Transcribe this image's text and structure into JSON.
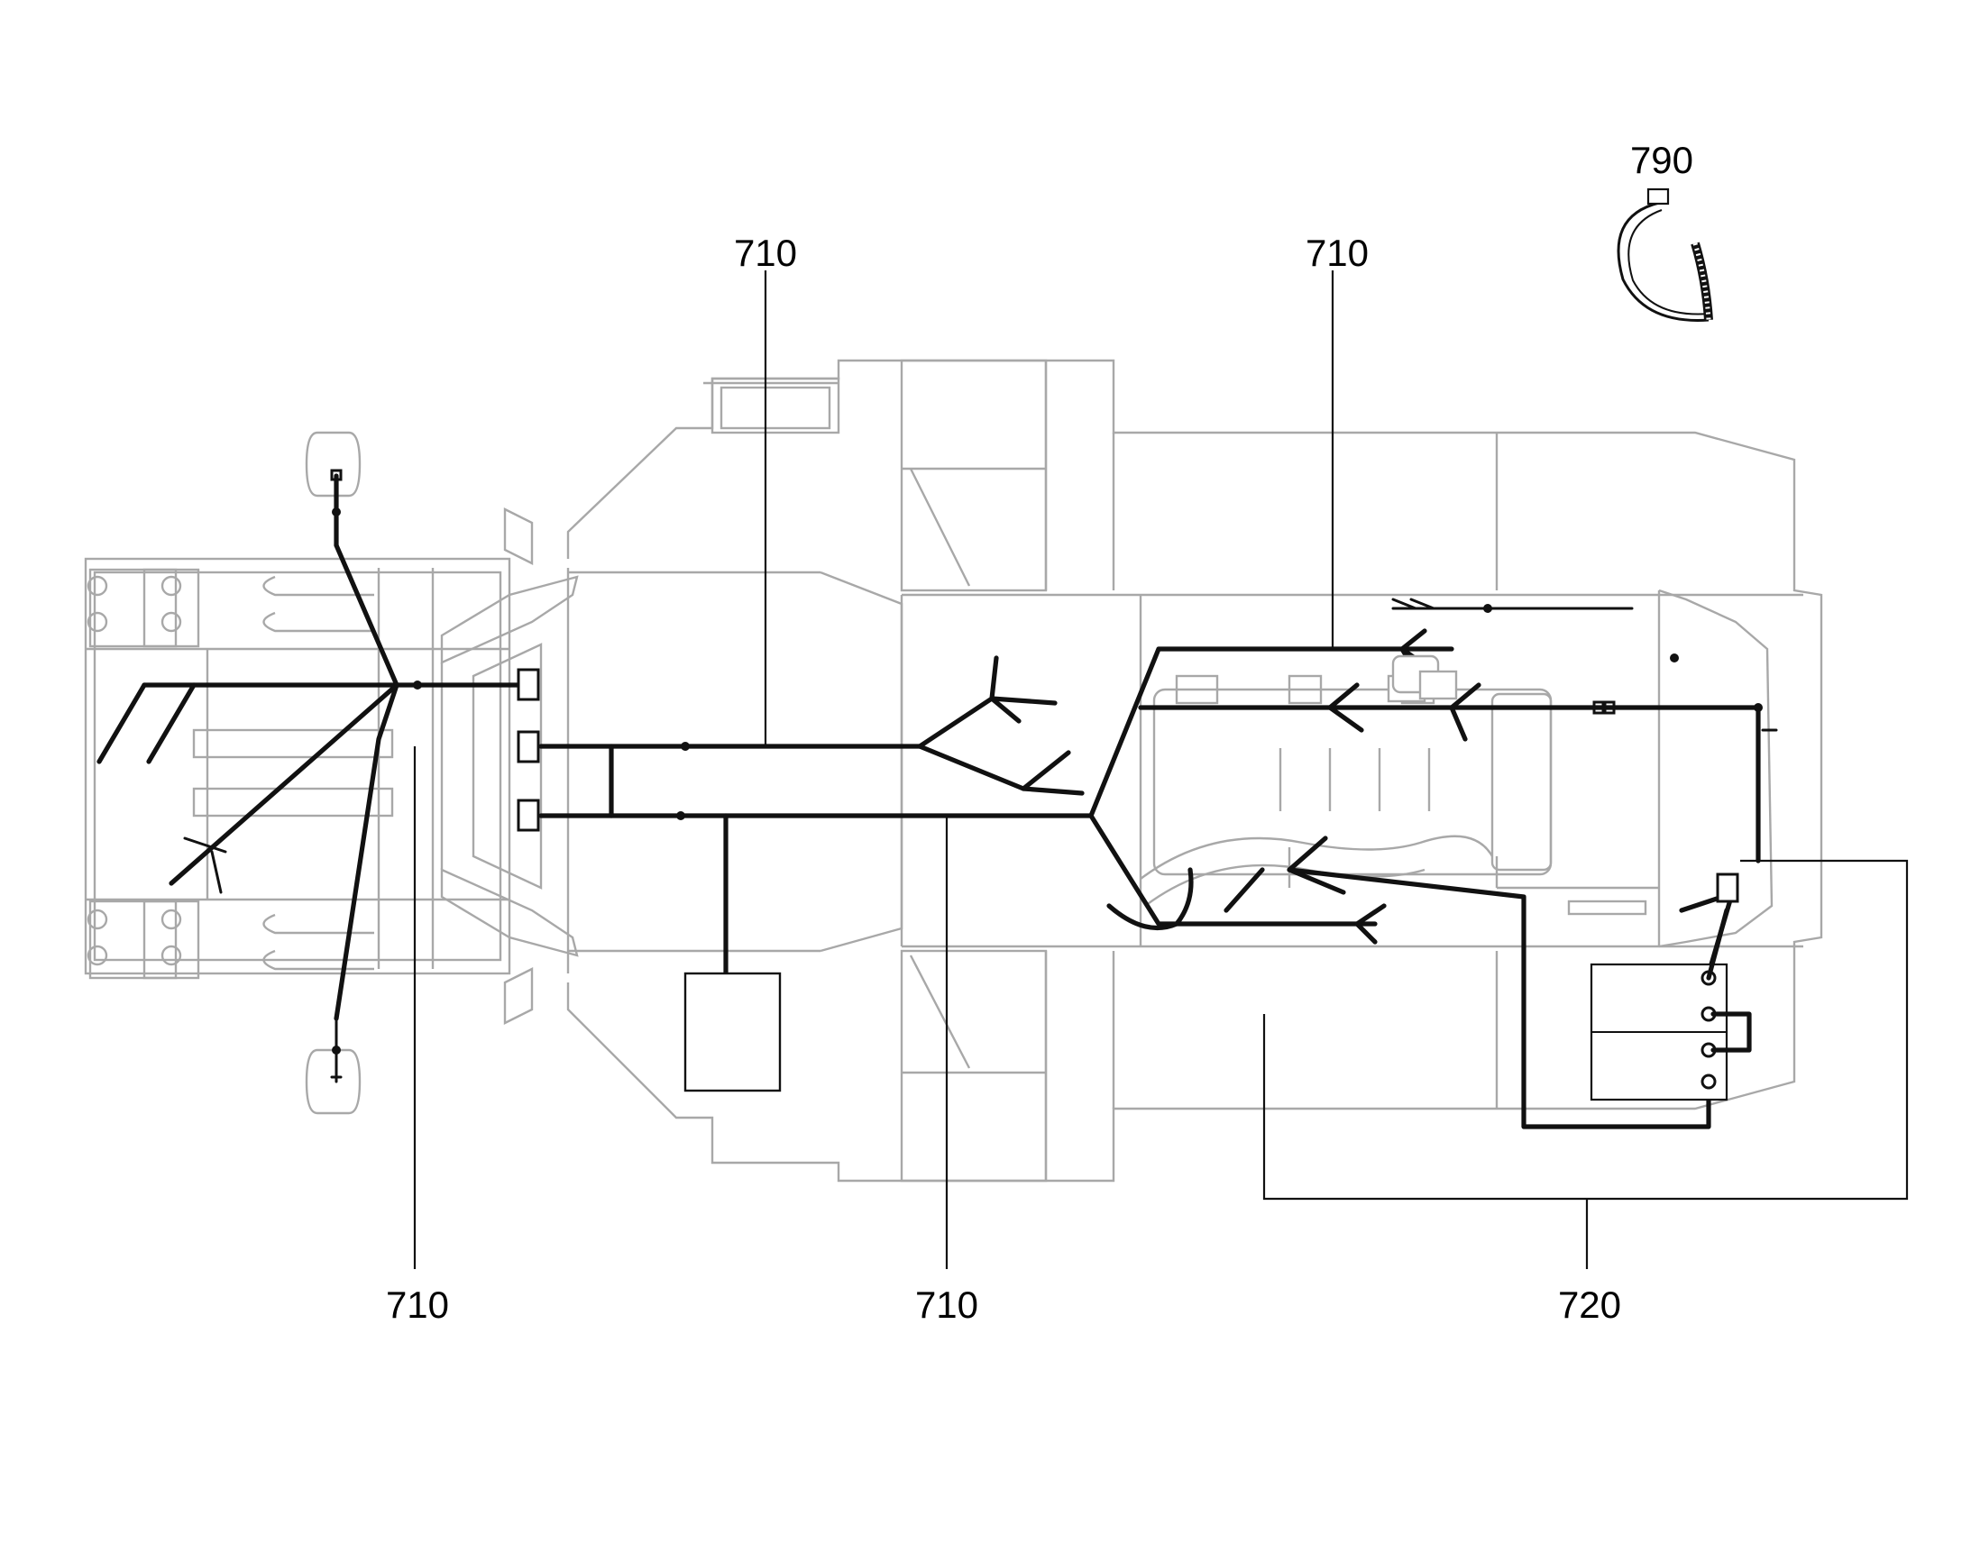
{
  "callouts": [
    {
      "id": "harness-top-left",
      "label": "710"
    },
    {
      "id": "harness-top-right",
      "label": "710"
    },
    {
      "id": "harness-bottom-left",
      "label": "710"
    },
    {
      "id": "harness-bottom-center",
      "label": "710"
    },
    {
      "id": "battery-cables",
      "label": "720"
    },
    {
      "id": "cable-tie",
      "label": "790"
    }
  ]
}
